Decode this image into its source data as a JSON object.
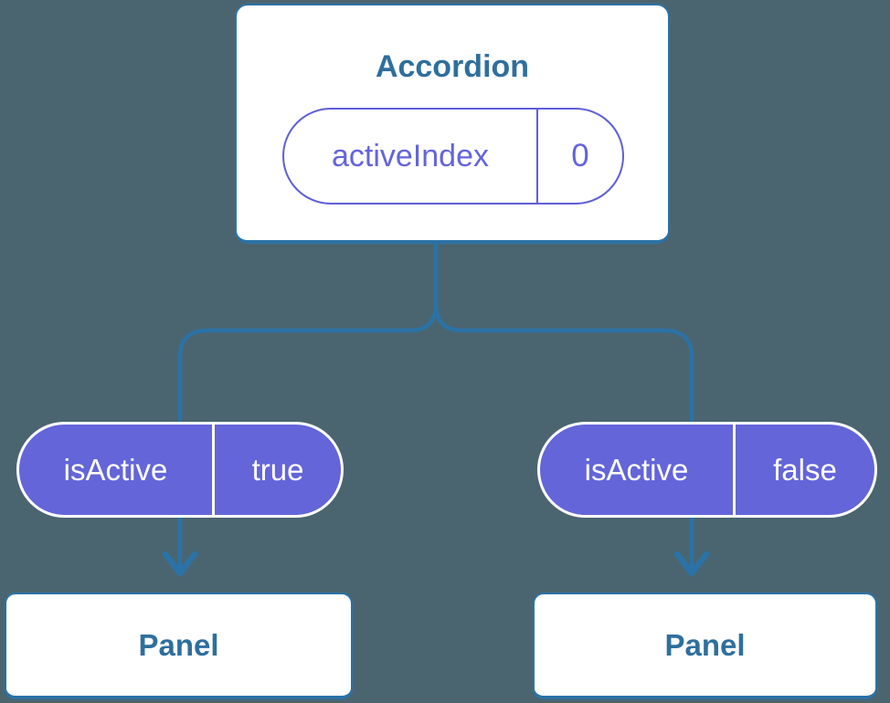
{
  "diagram": {
    "root": {
      "title": "Accordion",
      "state_pill": {
        "label": "activeIndex",
        "value": "0"
      }
    },
    "left_branch": {
      "prop_pill": {
        "label": "isActive",
        "value": "true"
      },
      "node": {
        "title": "Panel"
      }
    },
    "right_branch": {
      "prop_pill": {
        "label": "isActive",
        "value": "false"
      },
      "node": {
        "title": "Panel"
      }
    },
    "colors": {
      "background": "#4A656F",
      "connector": "#2B72A7",
      "node_text": "#2F6F9D",
      "node_fill": "#FFFFFF",
      "prop_pill_fill": "#6365D9",
      "prop_pill_text": "#FFFFFF",
      "prop_pill_border": "#FFFFFF",
      "state_pill_border": "#5E5ED8",
      "state_pill_text": "#6464DC"
    }
  }
}
